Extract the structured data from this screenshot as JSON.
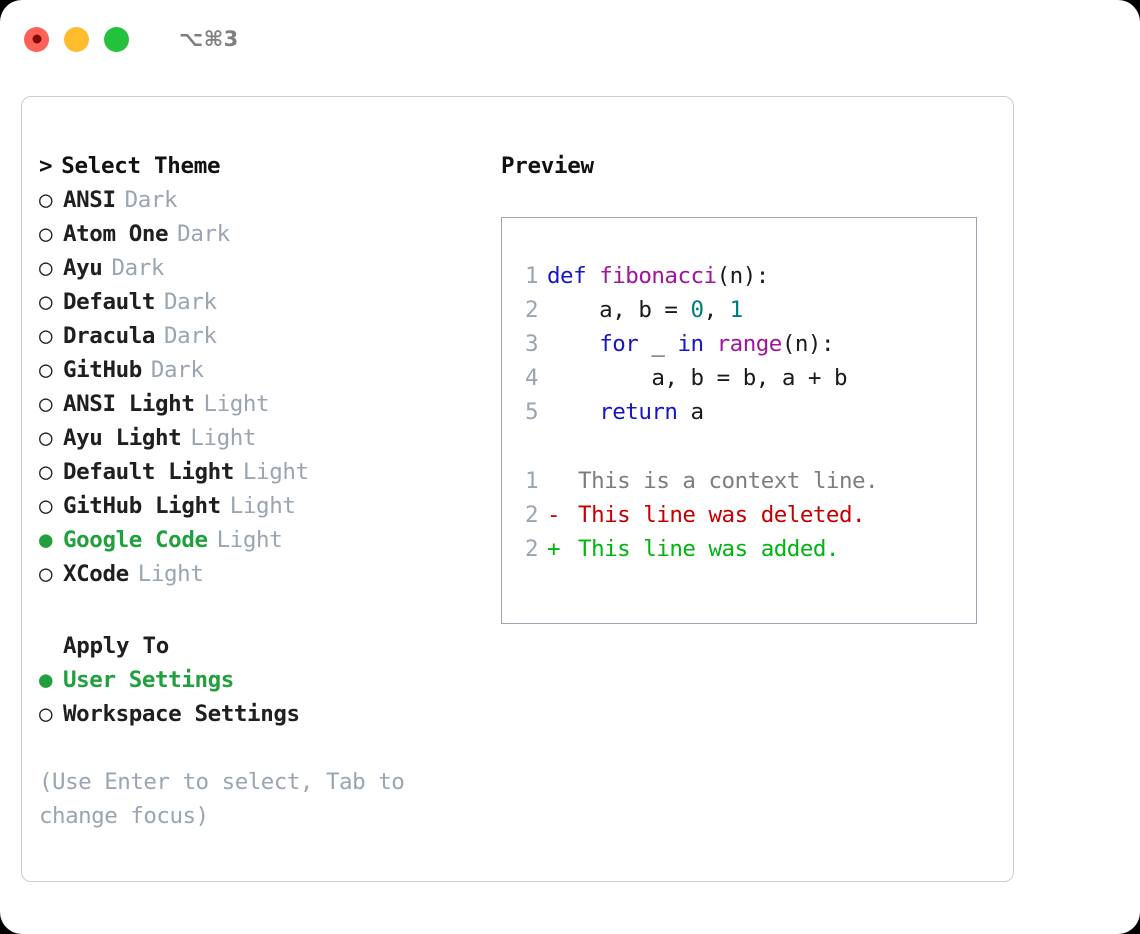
{
  "window": {
    "shortcut": "⌥⌘3",
    "traffic_lights": [
      "close-red",
      "minimize-yellow",
      "maximize-green"
    ]
  },
  "left": {
    "header": {
      "caret": ">",
      "label": "Select Theme"
    },
    "themes": [
      {
        "bullet": "○",
        "name": "ANSI",
        "kind": "Dark",
        "selected": false
      },
      {
        "bullet": "○",
        "name": "Atom One",
        "kind": "Dark",
        "selected": false
      },
      {
        "bullet": "○",
        "name": "Ayu",
        "kind": "Dark",
        "selected": false
      },
      {
        "bullet": "○",
        "name": "Default",
        "kind": "Dark",
        "selected": false
      },
      {
        "bullet": "○",
        "name": "Dracula",
        "kind": "Dark",
        "selected": false
      },
      {
        "bullet": "○",
        "name": "GitHub",
        "kind": "Dark",
        "selected": false
      },
      {
        "bullet": "○",
        "name": "ANSI Light",
        "kind": "Light",
        "selected": false
      },
      {
        "bullet": "○",
        "name": "Ayu Light",
        "kind": "Light",
        "selected": false
      },
      {
        "bullet": "○",
        "name": "Default Light",
        "kind": "Light",
        "selected": false
      },
      {
        "bullet": "○",
        "name": "GitHub Light",
        "kind": "Light",
        "selected": false
      },
      {
        "bullet": "●",
        "name": "Google Code",
        "kind": "Light",
        "selected": true
      },
      {
        "bullet": "○",
        "name": "XCode",
        "kind": "Light",
        "selected": false
      }
    ],
    "apply_to": {
      "header": "Apply To",
      "options": [
        {
          "bullet": "●",
          "label": "User Settings",
          "selected": true
        },
        {
          "bullet": "○",
          "label": "Workspace Settings",
          "selected": false
        }
      ]
    },
    "hint": "(Use Enter to select, Tab to change focus)"
  },
  "right": {
    "header": "Preview",
    "code": {
      "lines": [
        {
          "no": "1",
          "tokens": [
            {
              "t": "def ",
              "c": "kw"
            },
            {
              "t": "fibonacci",
              "c": "fn"
            },
            {
              "t": "(n):",
              "c": "pln"
            }
          ]
        },
        {
          "no": "2",
          "tokens": [
            {
              "t": "    a, b = ",
              "c": "pln"
            },
            {
              "t": "0",
              "c": "num"
            },
            {
              "t": ", ",
              "c": "pln"
            },
            {
              "t": "1",
              "c": "num"
            }
          ]
        },
        {
          "no": "3",
          "tokens": [
            {
              "t": "    ",
              "c": "pln"
            },
            {
              "t": "for",
              "c": "kw"
            },
            {
              "t": " _ ",
              "c": "pln"
            },
            {
              "t": "in",
              "c": "kw"
            },
            {
              "t": " ",
              "c": "pln"
            },
            {
              "t": "range",
              "c": "fn"
            },
            {
              "t": "(n):",
              "c": "pln"
            }
          ]
        },
        {
          "no": "4",
          "tokens": [
            {
              "t": "        a, b = b, a + b",
              "c": "pln"
            }
          ]
        },
        {
          "no": "5",
          "tokens": [
            {
              "t": "    ",
              "c": "pln"
            },
            {
              "t": "return",
              "c": "kw"
            },
            {
              "t": " a",
              "c": "pln"
            }
          ]
        }
      ]
    },
    "diff": {
      "lines": [
        {
          "no": "1",
          "marker": " ",
          "text": "This is a context line.",
          "kind": "context"
        },
        {
          "no": "2",
          "marker": "-",
          "text": "This line was deleted.",
          "kind": "deleted"
        },
        {
          "no": "2",
          "marker": "+",
          "text": "This line was added.",
          "kind": "added"
        }
      ]
    }
  },
  "colors": {
    "accent_green": "#22a03f",
    "muted": "#9aa5b1",
    "keyword": "#1616c7",
    "function": "#a0159c",
    "number": "#007a7a",
    "diff_deleted": "#c60000",
    "diff_added": "#00b412",
    "panel_border": "#c9cdd4",
    "preview_border": "#9aa5b1"
  }
}
